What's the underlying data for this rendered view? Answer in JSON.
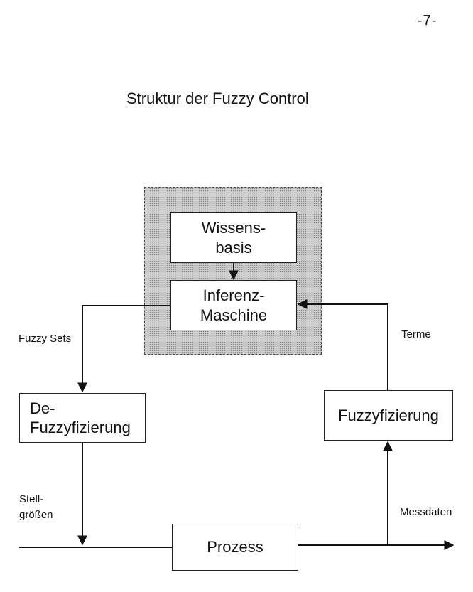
{
  "page_number": "-7-",
  "title": "Struktur der Fuzzy Control",
  "blocks": {
    "wissensbasis": "Wissens-\nbasis",
    "inferenz": "Inferenz-\nMaschine",
    "defuzzyfizierung": "De-\nFuzzyfizierung",
    "fuzzyfizierung": "Fuzzyfizierung",
    "prozess": "Prozess"
  },
  "labels": {
    "fuzzy_sets": "Fuzzy Sets",
    "terme": "Terme",
    "stellgroessen": "Stell-\ngrößen",
    "messdaten": "Messdaten"
  }
}
